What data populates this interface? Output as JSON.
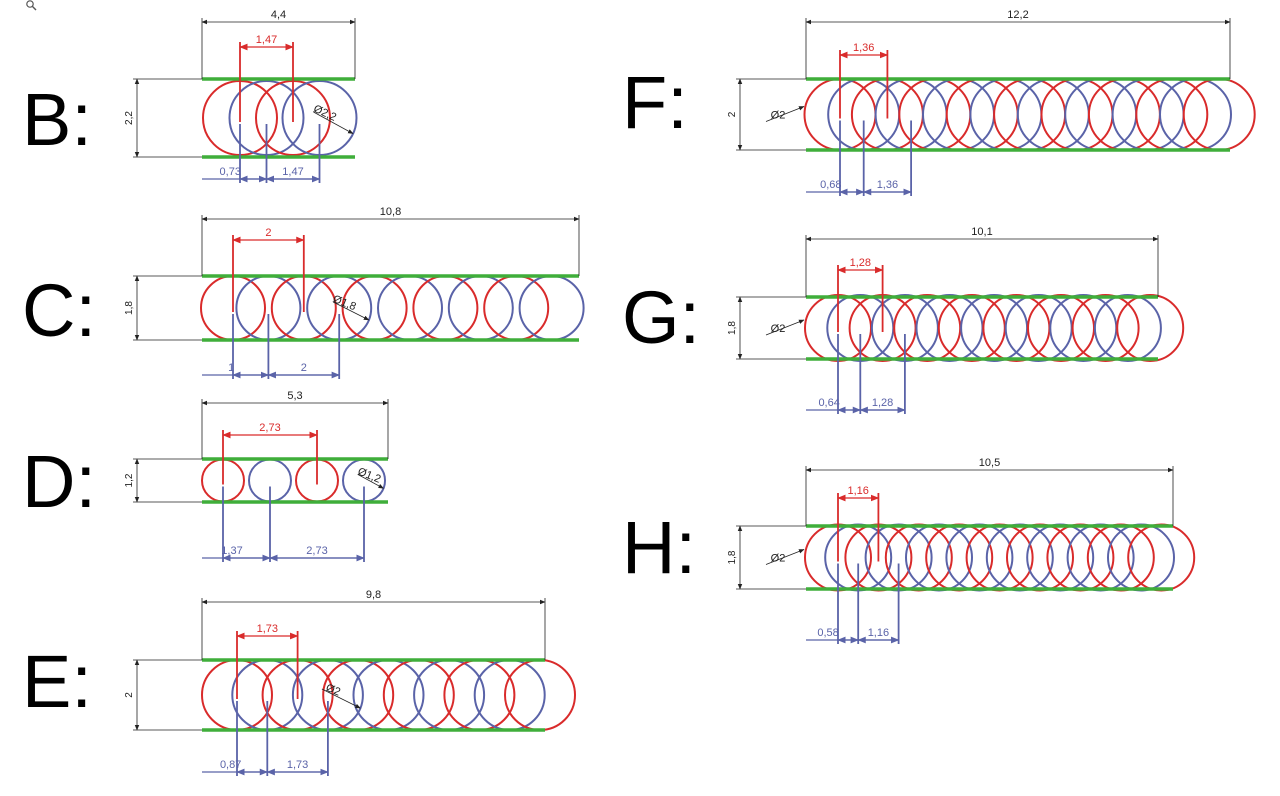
{
  "colors": {
    "red": "#d92b2b",
    "blue": "#5a63a8",
    "green": "#3fae3a",
    "dim": "#222222"
  },
  "icons": {
    "zoom": "magnifier-icon"
  },
  "panels": [
    {
      "id": "B",
      "label": "B:",
      "count": 4,
      "total": "4,4",
      "height": "2,2",
      "pitch": "1,47",
      "half": "0,73",
      "pitch_blue": "1,47",
      "dia": "Ø2,2",
      "dia_style": "inner"
    },
    {
      "id": "C",
      "label": "C:",
      "count": 10,
      "total": "10,8",
      "height": "1,8",
      "pitch": "2",
      "half": "1",
      "pitch_blue": "2",
      "dia": "Ø1,8",
      "dia_style": "inner"
    },
    {
      "id": "D",
      "label": "D:",
      "count": 4,
      "total": "5,3",
      "height": "1,2",
      "pitch": "2,73",
      "half": "1,37",
      "pitch_blue": "2,73",
      "dia": "Ø1,2",
      "dia_style": "inner"
    },
    {
      "id": "E",
      "label": "E:",
      "count": 11,
      "total": "9,8",
      "height": "2",
      "pitch": "1,73",
      "half": "0,87",
      "pitch_blue": "1,73",
      "dia": "Ø2",
      "dia_style": "inner"
    },
    {
      "id": "F",
      "label": "F:",
      "count": 17,
      "total": "12,2",
      "height": "2",
      "pitch": "1,36",
      "half": "0,68",
      "pitch_blue": "1,36",
      "dia": "Ø2",
      "dia_style": "outer"
    },
    {
      "id": "G",
      "label": "G:",
      "count": 15,
      "total": "10,1",
      "height": "1,8",
      "pitch": "1,28",
      "half": "0,64",
      "pitch_blue": "1,28",
      "dia": "Ø2",
      "dia_style": "outer"
    },
    {
      "id": "H",
      "label": "H:",
      "count": 17,
      "total": "10,5",
      "height": "1,8",
      "pitch": "1,16",
      "half": "0,58",
      "pitch_blue": "1,16",
      "dia": "Ø2",
      "dia_style": "outer"
    }
  ]
}
